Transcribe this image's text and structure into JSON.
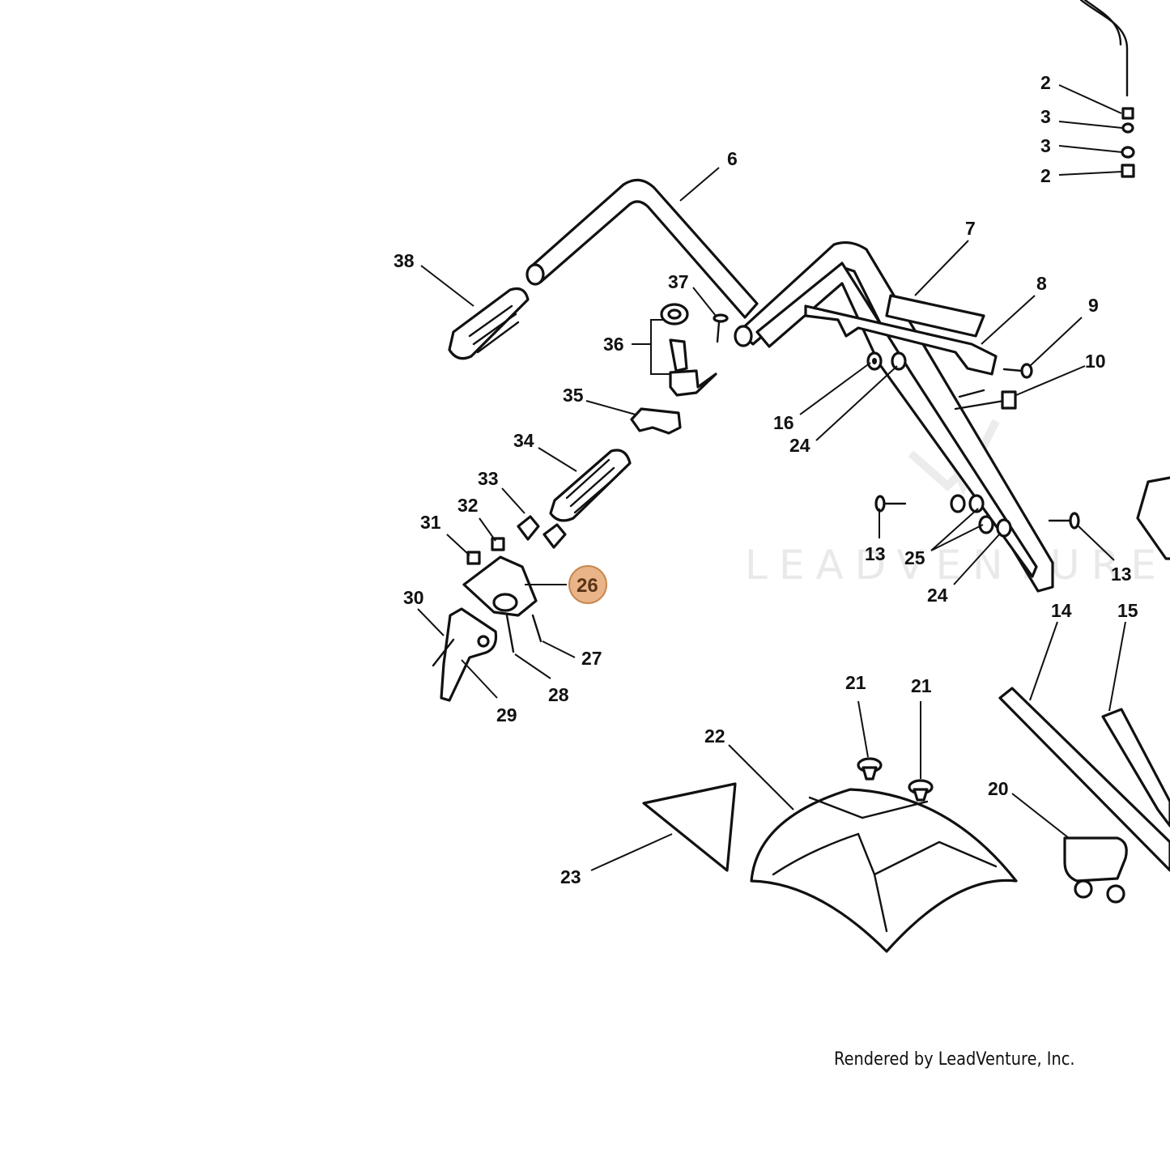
{
  "watermark": "LEADVENTURE",
  "credit": "Rendered by LeadVenture, Inc.",
  "highlight_color": "#e8b488",
  "callouts": [
    "2",
    "3",
    "3",
    "2",
    "6",
    "7",
    "8",
    "9",
    "10",
    "16",
    "24",
    "13",
    "25",
    "24",
    "13",
    "14",
    "15",
    "37",
    "36",
    "35",
    "38",
    "34",
    "33",
    "32",
    "31",
    "26",
    "30",
    "27",
    "28",
    "29",
    "21",
    "21",
    "22",
    "20",
    "23"
  ],
  "highlighted_callout": "26"
}
